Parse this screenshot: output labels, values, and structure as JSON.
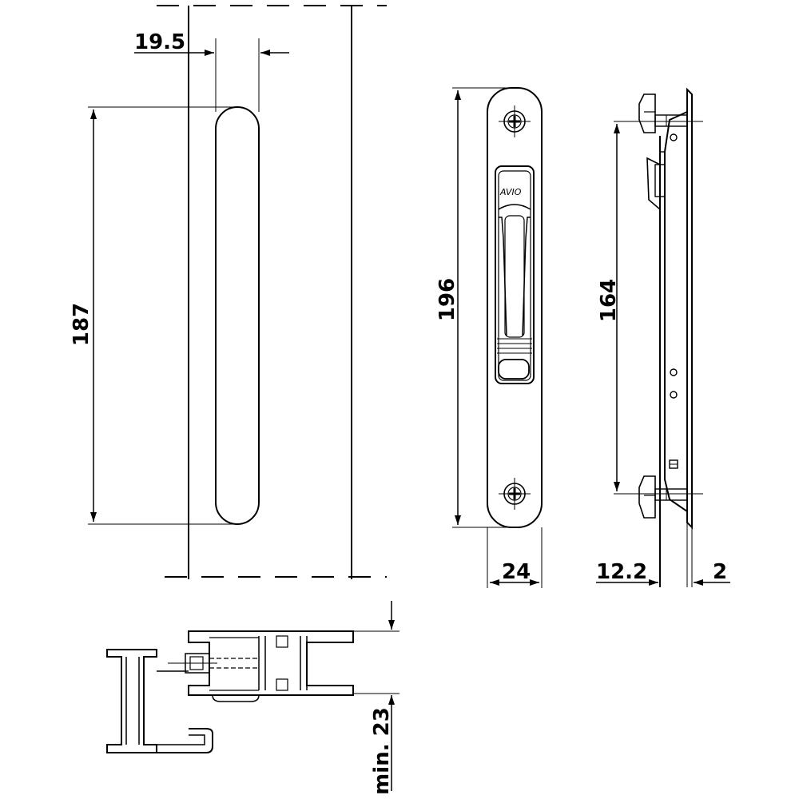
{
  "dimensions": {
    "width_19_5": "19.5",
    "height_187": "187",
    "height_196": "196",
    "height_164": "164",
    "width_24": "24",
    "width_12_2": "12.2",
    "width_2": "2",
    "min_23": "min. 23"
  },
  "logo": {
    "text": "AVIO"
  }
}
